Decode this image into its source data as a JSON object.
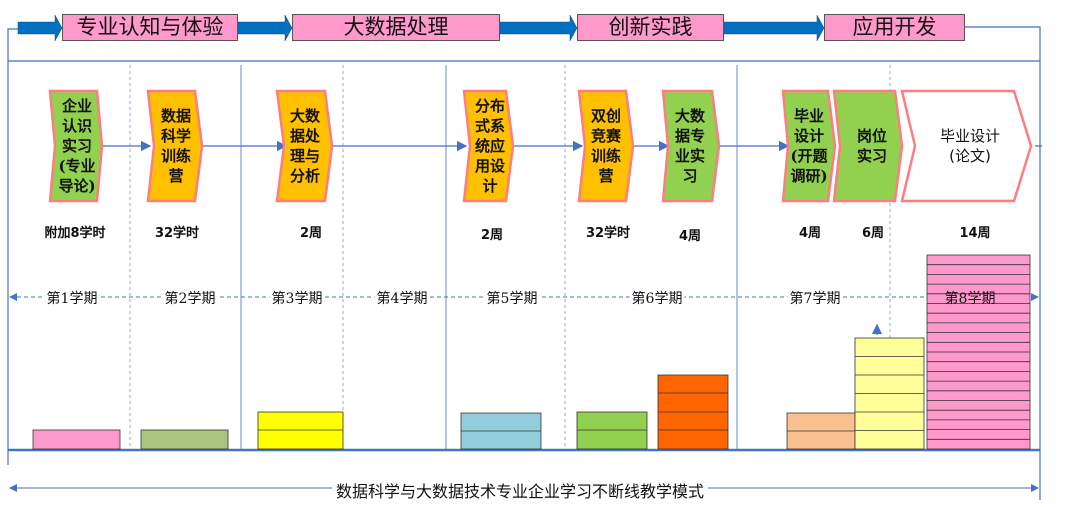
{
  "phases": [
    "专业认知与体验",
    "大数据处理",
    "创新实践",
    "应用开发"
  ],
  "activities": [
    {
      "label": "企业认识实习(专业导论)",
      "duration": "附加8学时",
      "color": "#92D050"
    },
    {
      "label": "数据科学训练营",
      "duration": "32学时",
      "color": "#FFC000"
    },
    {
      "label": "大数据处理与分析",
      "duration": "2周",
      "color": "#FFC000"
    },
    {
      "label": "分布式系统应用设计",
      "duration": "2周",
      "color": "#FFC000"
    },
    {
      "label": "双创竞赛训练营",
      "duration": "32学时",
      "color": "#FFC000"
    },
    {
      "label": "大数据专业实习",
      "duration": "4周",
      "color": "#92D050"
    },
    {
      "label": "毕业设计(开题调研)",
      "duration": "4周",
      "color": "#92D050"
    },
    {
      "label": "岗位实习",
      "duration": "6周",
      "color": "#92D050"
    },
    {
      "label": "毕业设计(论文)",
      "duration": "14周",
      "color": "#FFFFFF"
    }
  ],
  "semesters": [
    "第1学期",
    "第2学期",
    "第3学期",
    "第4学期",
    "第5学期",
    "第6学期",
    "第7学期",
    "第8学期"
  ],
  "caption": "数据科学与大数据技术专业企业学习不断线教学模式",
  "colors": {
    "arrow": "#0070C0",
    "phase": "#FF99CC",
    "line": "#4472C4",
    "chevron_border": "#FF7C80"
  }
}
